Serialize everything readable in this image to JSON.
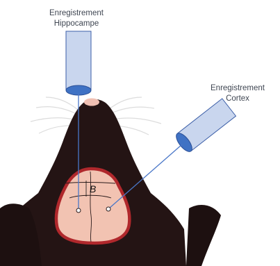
{
  "labels": {
    "hippocampus_line1": "Enregistrement",
    "hippocampus_line2": "Hippocampe",
    "cortex_line1": "Enregistrement",
    "cortex_line2": "Cortex",
    "bregma": "B"
  },
  "colors": {
    "head": "#241414",
    "skull": "#f2c3b2",
    "skull_border": "#b0282c",
    "electrode_body": "#c9d6ee",
    "electrode_tip": "#3f72c4",
    "wire": "#4a77c8",
    "whisker": "#dddddd",
    "text": "#3f4652"
  }
}
